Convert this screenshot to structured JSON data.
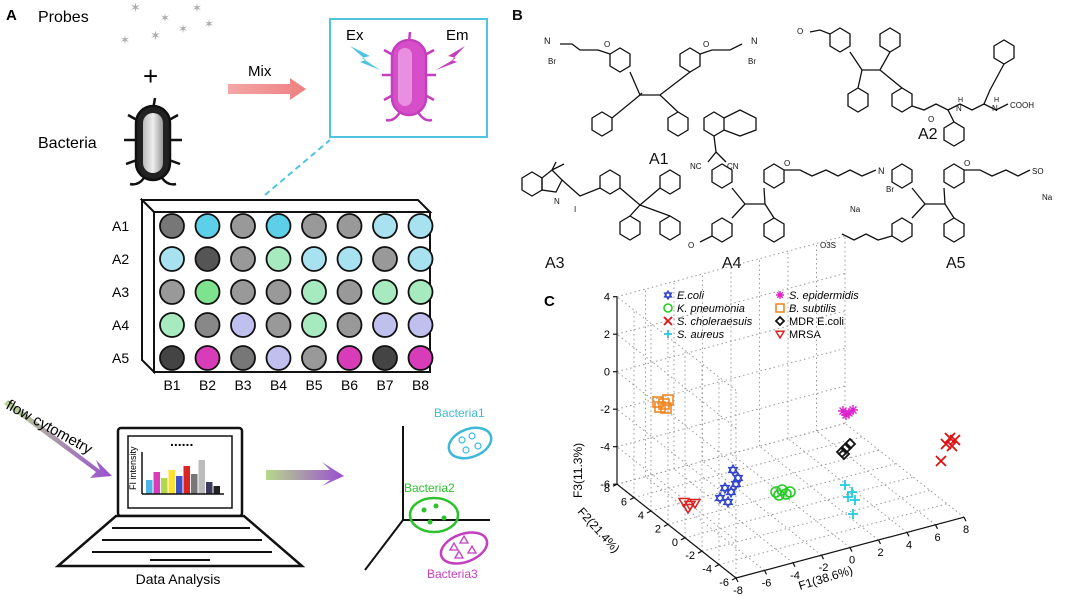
{
  "panel_a": {
    "label": "A",
    "probes": "Probes",
    "bacteria": "Bacteria",
    "plus": "+",
    "mix": "Mix",
    "ex": "Ex",
    "em": "Em",
    "rows": [
      "A1",
      "A2",
      "A3",
      "A4",
      "A5"
    ],
    "cols": [
      "B1",
      "B2",
      "B3",
      "B4",
      "B5",
      "B6",
      "B7",
      "B8"
    ],
    "well_colors": [
      [
        "#777777",
        "#5cd0e8",
        "#999999",
        "#5cd0e8",
        "#999999",
        "#999999",
        "#a8e2f0",
        "#a8e2f0"
      ],
      [
        "#a8e2f0",
        "#555555",
        "#999999",
        "#a8eac0",
        "#a8e2f0",
        "#a8e2f0",
        "#999999",
        "#a8e2f0"
      ],
      [
        "#999999",
        "#7de38f",
        "#999999",
        "#999999",
        "#a8eac0",
        "#999999",
        "#a8eac0",
        "#a8eac0"
      ],
      [
        "#a8eac0",
        "#888888",
        "#c0c0ee",
        "#999999",
        "#a8eac0",
        "#999999",
        "#c0c0ee",
        "#c0c0ee"
      ],
      [
        "#444444",
        "#d93cb8",
        "#777777",
        "#c0c0ee",
        "#999999",
        "#d93cb8",
        "#444444",
        "#d93cb8"
      ]
    ],
    "flow": "flow cytometry",
    "fi": "FI intensity",
    "dots": "......",
    "analysis": "Data Analysis",
    "bact1": "Bacteria1",
    "bact2": "Bacteria2",
    "bact3": "Bacteria3",
    "bar_values": [
      0.35,
      0.55,
      0.4,
      0.6,
      0.45,
      0.7,
      0.5,
      0.85,
      0.3,
      0.2
    ],
    "bar_colors": [
      "#4fb6e6",
      "#d93cb8",
      "#b1d84a",
      "#ffe030",
      "#3d52c8",
      "#d22",
      "#777",
      "#bbb",
      "#3a3a5c",
      "#222"
    ]
  },
  "panel_b": {
    "label": "B",
    "a1": "A1",
    "a2": "A2",
    "a3": "A3",
    "a4": "A4",
    "a5": "A5",
    "n_plus": "N",
    "br": "Br",
    "nc": "NC",
    "cn": "CN",
    "h": "H",
    "n": "N",
    "cooh": "COOH",
    "o": "O",
    "i": "I",
    "na": "Na",
    "so3": "SO",
    "o3s": "O3S"
  },
  "panel_c": {
    "label": "C",
    "legend": [
      {
        "name": "E.coli",
        "italic": true,
        "color": "#3344cc",
        "marker": "hexstar"
      },
      {
        "name": "K. pneumonia",
        "italic": true,
        "color": "#22cc22",
        "marker": "circle"
      },
      {
        "name": "S. choleraesuis",
        "italic": true,
        "color": "#dd1111",
        "marker": "x"
      },
      {
        "name": "S. aureus",
        "italic": true,
        "color": "#22ccdd",
        "marker": "plus"
      },
      {
        "name": "S. epidermidis",
        "italic": true,
        "color": "#dd22cc",
        "marker": "star"
      },
      {
        "name": "B. subtilis",
        "italic": true,
        "color": "#ee8822",
        "marker": "square"
      },
      {
        "name": "MDR E.coli",
        "italic": false,
        "color": "#111111",
        "marker": "diamond"
      },
      {
        "name": "MRSA",
        "italic": false,
        "color": "#dd2222",
        "marker": "triangle"
      }
    ],
    "f1_label": "F1(38.6%)",
    "f2_label": "F2(21.4%)",
    "f3_label": "F3(11.3%)",
    "f1_ticks": [
      "-8",
      "-6",
      "-4",
      "-2",
      "0",
      "2",
      "4",
      "6",
      "8"
    ],
    "f2_ticks": [
      "-6",
      "-4",
      "-2",
      "0",
      "2",
      "4",
      "6",
      "8"
    ],
    "f3_ticks": [
      "4",
      "2",
      "0",
      "-2",
      "-4",
      "-6"
    ]
  }
}
